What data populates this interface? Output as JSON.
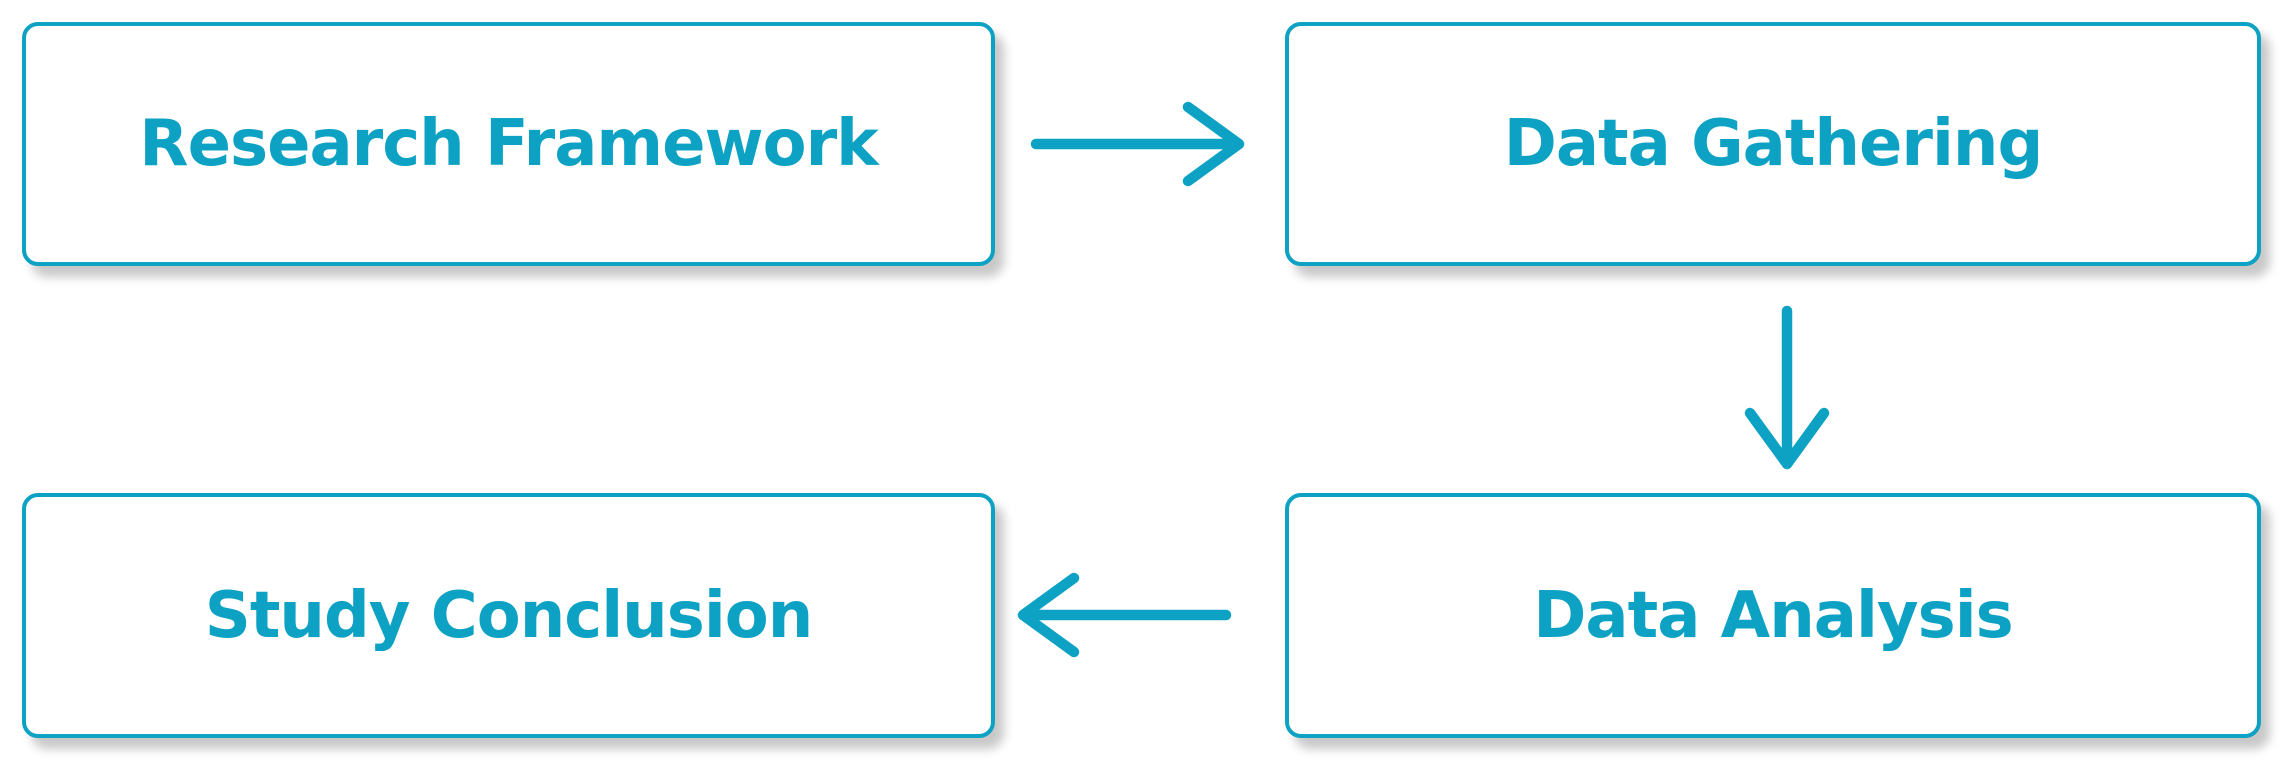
{
  "diagram": {
    "type": "flowchart",
    "background_color": "#ffffff",
    "accent_color": "#0da2c3",
    "nodes": [
      {
        "id": "research-framework",
        "label": "Research Framework"
      },
      {
        "id": "data-gathering",
        "label": "Data Gathering"
      },
      {
        "id": "data-analysis",
        "label": "Data Analysis"
      },
      {
        "id": "study-conclusion",
        "label": "Study Conclusion"
      }
    ],
    "edges": [
      {
        "from": "research-framework",
        "to": "data-gathering",
        "direction": "right"
      },
      {
        "from": "data-gathering",
        "to": "data-analysis",
        "direction": "down"
      },
      {
        "from": "data-analysis",
        "to": "study-conclusion",
        "direction": "left"
      }
    ]
  }
}
